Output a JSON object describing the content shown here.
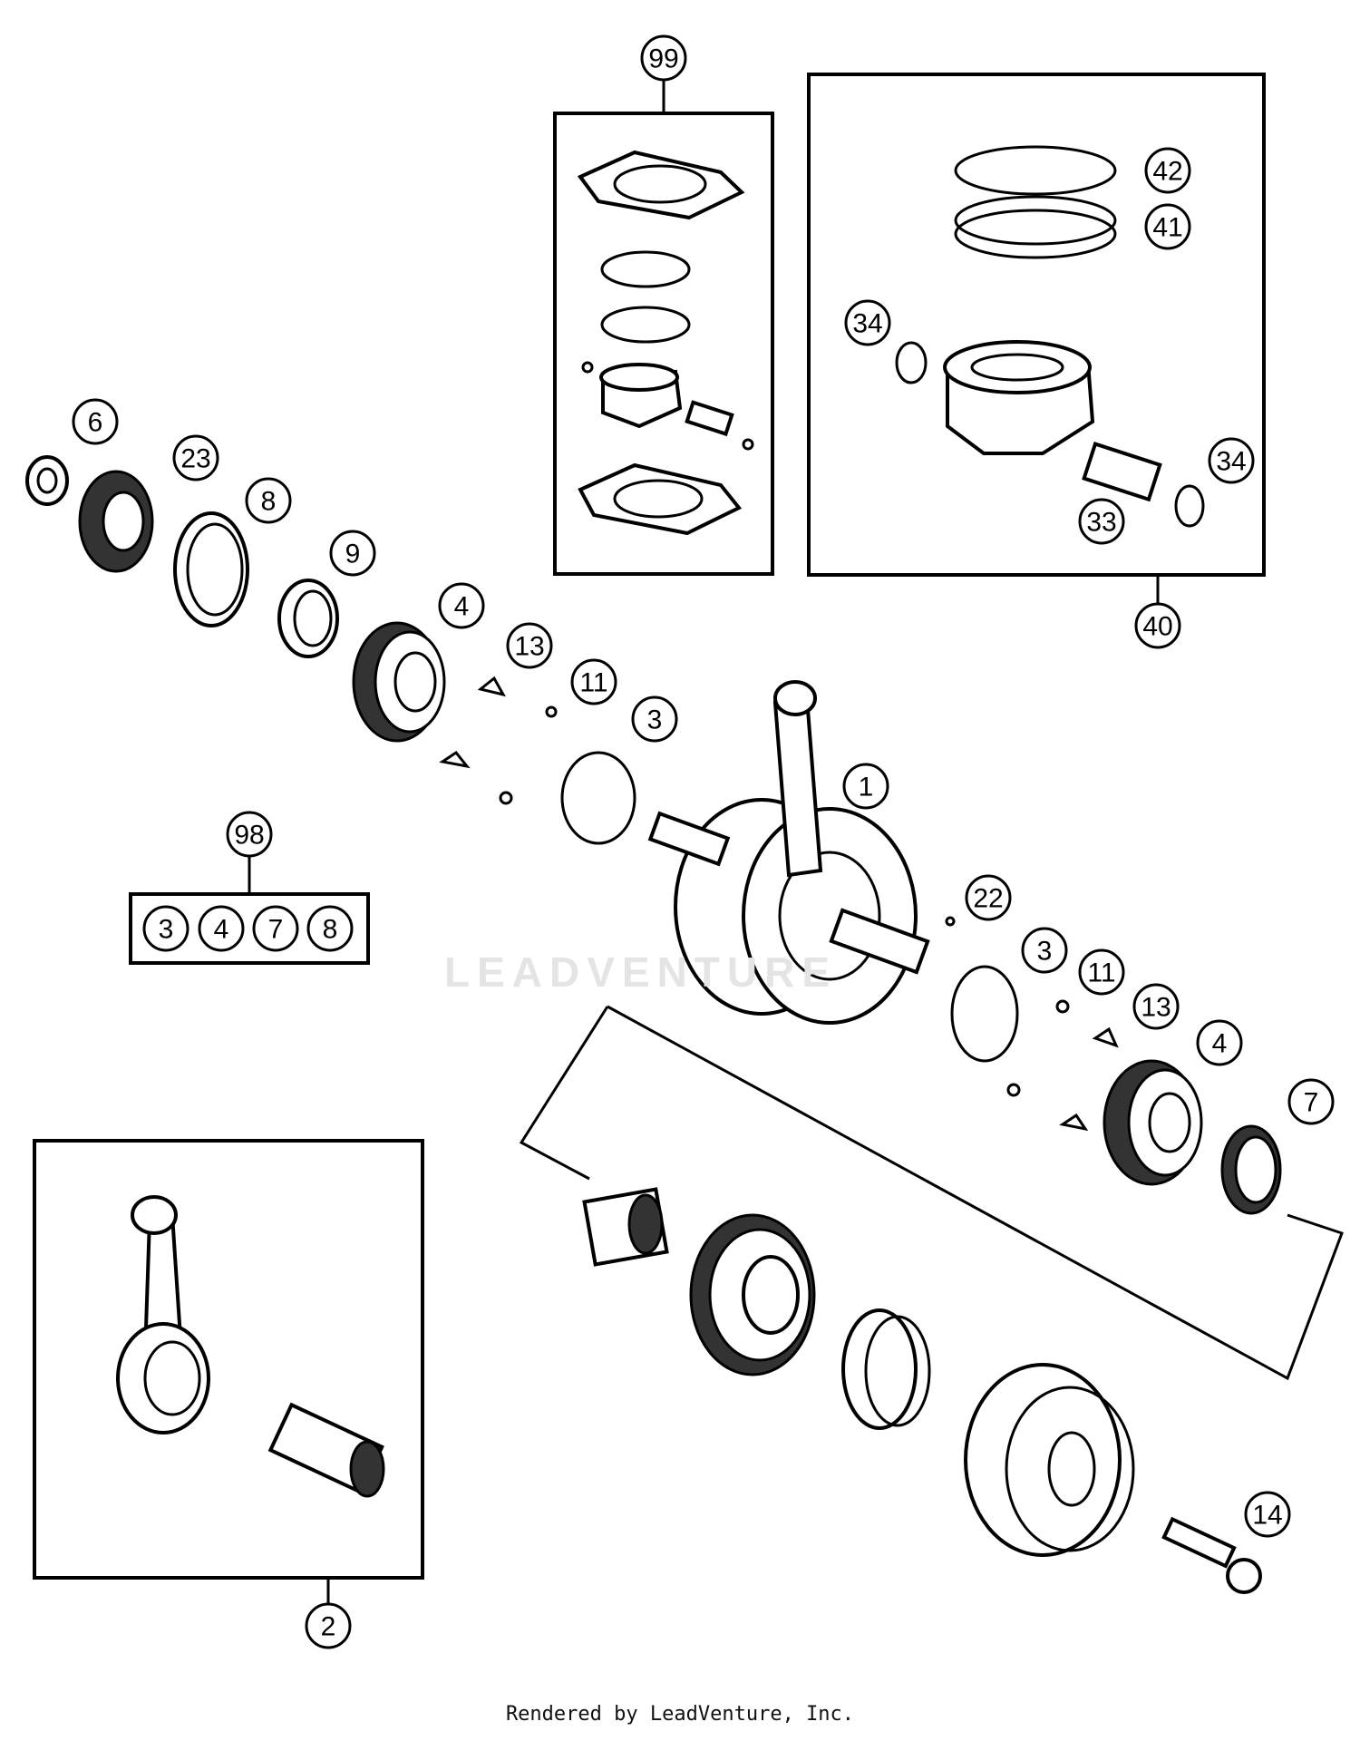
{
  "watermark": "LEADVENTURE",
  "credit": "Rendered by LeadVenture, Inc.",
  "callouts": [
    {
      "id": "99",
      "label": "99"
    },
    {
      "id": "42",
      "label": "42"
    },
    {
      "id": "41",
      "label": "41"
    },
    {
      "id": "34a",
      "label": "34"
    },
    {
      "id": "34b",
      "label": "34"
    },
    {
      "id": "33",
      "label": "33"
    },
    {
      "id": "40",
      "label": "40"
    },
    {
      "id": "6",
      "label": "6"
    },
    {
      "id": "23",
      "label": "23"
    },
    {
      "id": "8",
      "label": "8"
    },
    {
      "id": "9",
      "label": "9"
    },
    {
      "id": "4a",
      "label": "4"
    },
    {
      "id": "13a",
      "label": "13"
    },
    {
      "id": "11a",
      "label": "11"
    },
    {
      "id": "3a",
      "label": "3"
    },
    {
      "id": "1",
      "label": "1"
    },
    {
      "id": "98",
      "label": "98"
    },
    {
      "id": "22",
      "label": "22"
    },
    {
      "id": "3b",
      "label": "3"
    },
    {
      "id": "11b",
      "label": "11"
    },
    {
      "id": "13b",
      "label": "13"
    },
    {
      "id": "4b",
      "label": "4"
    },
    {
      "id": "7",
      "label": "7"
    },
    {
      "id": "14",
      "label": "14"
    },
    {
      "id": "2",
      "label": "2"
    }
  ],
  "kit_98_contents": [
    "3",
    "4",
    "7",
    "8"
  ]
}
